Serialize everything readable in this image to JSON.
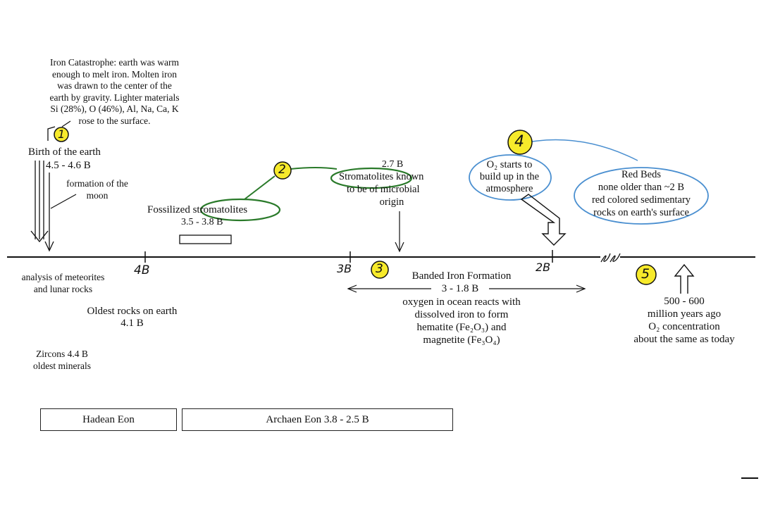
{
  "iron_catastrophe": {
    "text": "Iron Catastrophe: earth was warm\nenough to melt iron.  Molten iron\nwas drawn to the center of the\nearth by gravity.  Lighter materials\nSi (28%), O (46%), Al, Na, Ca, K\nrose to the surface."
  },
  "markers": [
    "1",
    "2",
    "3",
    "4",
    "5"
  ],
  "birth": {
    "title": "Birth of the earth",
    "age": "4.5 - 4.6 B"
  },
  "moon": {
    "label": "formation of the\nmoon"
  },
  "fossil": {
    "label": "Fossilized stromatolites",
    "age": "3.5 - 3.8 B"
  },
  "microbial": {
    "age": "2.7 B",
    "line1": "Stromatolites known",
    "line2": "to be of microbial",
    "line3": "origin"
  },
  "oxygen": {
    "text": "O₂ starts to\nbuild up in the\natmosphere"
  },
  "red_beds": {
    "text": "Red Beds\nnone older than ~2 B\nred colored sedimentary\nrocks on earth's surface"
  },
  "axis": {
    "tick_4b": "4B",
    "tick_3b": "3B",
    "tick_2b": "2B",
    "break": "ss"
  },
  "below": {
    "meteorites": "analysis of meteorites\nand lunar rocks",
    "oldest_rocks": "Oldest rocks on earth\n4.1 B",
    "zircons": "Zircons 4.4 B\noldest minerals"
  },
  "banded": {
    "title": "Banded Iron Formation",
    "range": "3 - 1.8 B",
    "text": "oxygen in ocean reacts with\ndissolved iron to form\nhematite (Fe₂O₃) and\nmagnetite (Fe₃O₄)"
  },
  "modern": {
    "text": "500 - 600\nmillion years ago\nO₂ concentration\nabout the same as today"
  },
  "eons": {
    "hadean": "Hadean Eon",
    "archaen": "Archaen Eon 3.8 - 2.5 B"
  },
  "colors": {
    "marker_fill": "#f7ea2b",
    "green": "#2a7a2a",
    "blue": "#4a8fd0"
  }
}
